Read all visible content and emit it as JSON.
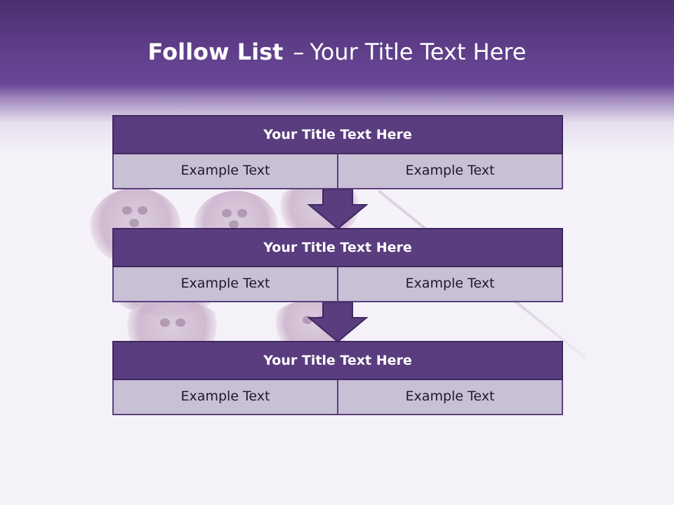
{
  "header": {
    "title_bold": "Follow List",
    "title_separator": "–",
    "title_regular": "Your Title Text Here"
  },
  "colors": {
    "header_purple": "#5c3c86",
    "block_title": "#5a3d7e",
    "block_cell": "#c8c0d4",
    "arrow": "#5a3d7e"
  },
  "blocks": [
    {
      "title": "Your Title Text Here",
      "left": "Example Text",
      "right": "Example Text"
    },
    {
      "title": "Your Title Text Here",
      "left": "Example Text",
      "right": "Example Text"
    },
    {
      "title": "Your Title Text Here",
      "left": "Example Text",
      "right": "Example Text"
    }
  ]
}
